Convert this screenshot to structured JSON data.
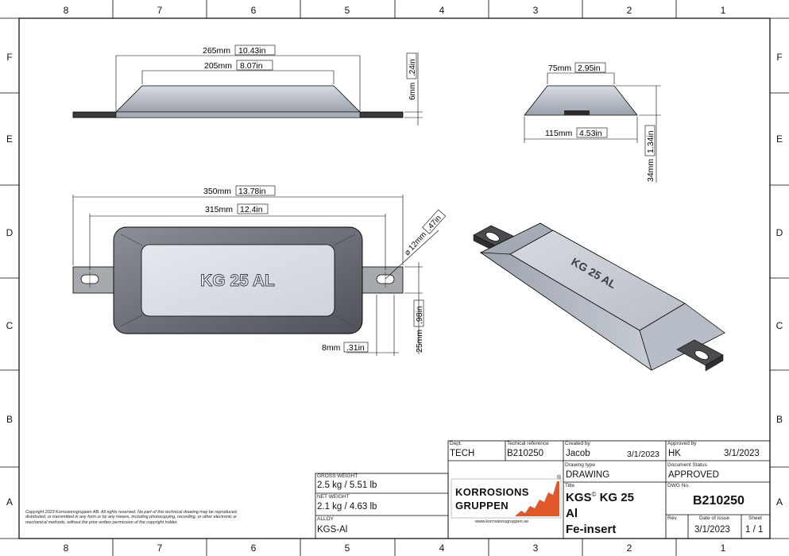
{
  "border": {
    "columns": [
      "8",
      "7",
      "6",
      "5",
      "4",
      "3",
      "2",
      "1"
    ],
    "rows": [
      "F",
      "E",
      "D",
      "C",
      "B",
      "A"
    ]
  },
  "dimensions": {
    "top_overall": {
      "mm": "265mm",
      "in": "10.43in"
    },
    "top_inner": {
      "mm": "205mm",
      "in": "8.07in"
    },
    "insert_thickness": {
      "mm": "6mm",
      "in": ".24in"
    },
    "end_top": {
      "mm": "75mm",
      "in": "2.95in"
    },
    "end_base": {
      "mm": "115mm",
      "in": "4.53in"
    },
    "height": {
      "mm": "34mm",
      "in": "1.34in"
    },
    "plan_overall": {
      "mm": "350mm",
      "in": "13.78in"
    },
    "plan_holes": {
      "mm": "315mm",
      "in": "12.4in"
    },
    "hole_dia": {
      "prefix": "⌀",
      "mm": "12mm",
      "in": ".47in"
    },
    "tab_width": {
      "mm": "25mm",
      "in": ".98in"
    },
    "tab_length": {
      "mm": "8mm",
      "in": ".31in"
    }
  },
  "part_marking": "KG 25 AL",
  "iso_marking": "KG 25 AL",
  "weights": {
    "gross_label": "GROSS WEIGHT",
    "gross_value": "2.5 kg / 5.51 lb",
    "net_label": "NET WEIGHT",
    "net_value": "2.1 kg / 4.63 lb",
    "alloy_label": "ALLOY",
    "alloy_value": "KGS-Al"
  },
  "copyright": "Copyright 2023 Korrosionsgruppen AB. All rights reserved. No part of this technical drawing may be reproduced, distributed, or transmitted in any form or by any means, including photocopying, recording, or other electronic or mechanical methods, without the prior written permission of the copyright holder.",
  "title_block": {
    "dept_label": "Dept.",
    "dept_value": "TECH",
    "techref_label": "Techical reference",
    "techref_value": "B210250",
    "created_label": "Created by",
    "created_value": "Jacob",
    "created_date": "3/1/2023",
    "approved_label": "Approved by",
    "approved_value": "HK",
    "approved_date": "3/1/2023",
    "drawing_type_label": "Drawing type",
    "drawing_type_value": "DRAWING",
    "doc_status_label": "Document Status",
    "doc_status_value": "APPROVED",
    "title_label": "Title",
    "title_line1": "KGS",
    "title_mark": "©",
    "title_line1b": "KG 25",
    "title_line2": "Al",
    "title_line3": "Fe-insert",
    "dwg_no_label": "DWG No.",
    "dwg_no_value": "B210250",
    "rev_label": "Rev.",
    "date_issue_label": "Date of issue",
    "date_issue_value": "3/1/2023",
    "sheet_label": "Sheet",
    "sheet_value": "1 / 1"
  },
  "logo": {
    "line1": "KORROSIONS",
    "line2": "GRUPPEN",
    "url": "www.korrosionsgruppen.se",
    "registered": "®"
  },
  "colors": {
    "line": "#000000",
    "anode_body": "#c9ced6",
    "anode_outer": "#6a6d73",
    "insert_steel": "#3a3a3c",
    "logo_accent": "#e0572a"
  }
}
